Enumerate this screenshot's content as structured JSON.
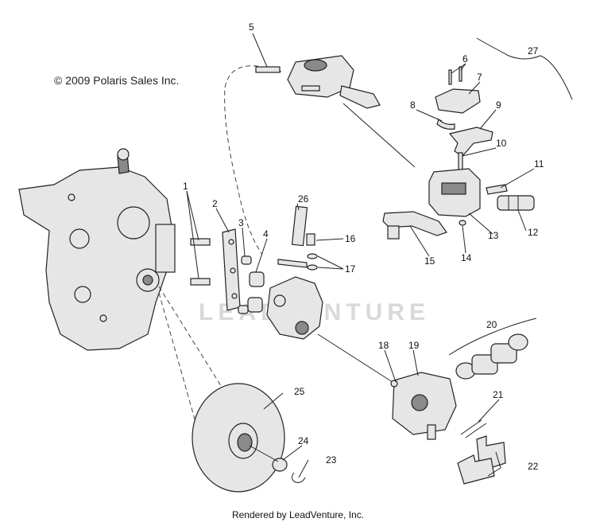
{
  "copyright": "© 2009 Polaris Sales Inc.",
  "rendered_by": "Rendered by LeadVenture, Inc.",
  "watermark": "LEADVENTURE",
  "callouts": {
    "c1": "1",
    "c2": "2",
    "c3": "3",
    "c4": "4",
    "c5": "5",
    "c6": "6",
    "c7": "7",
    "c8": "8",
    "c9": "9",
    "c10": "10",
    "c11": "11",
    "c12": "12",
    "c13": "13",
    "c14": "14",
    "c15": "15",
    "c16": "16",
    "c17": "17",
    "c18": "18",
    "c19": "19",
    "c20": "20",
    "c21": "21",
    "c22": "22",
    "c23": "23",
    "c24": "24",
    "c25": "25",
    "c26": "26",
    "c27": "27"
  }
}
